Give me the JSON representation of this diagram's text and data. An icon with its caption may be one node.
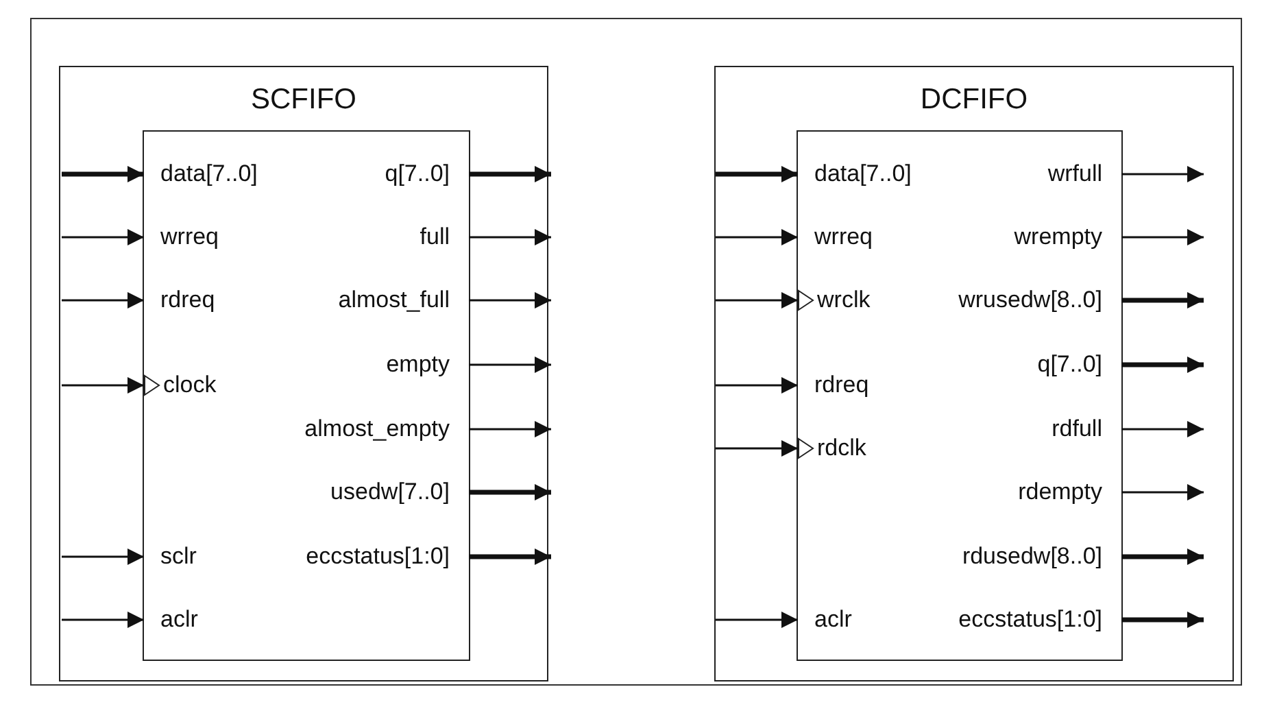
{
  "diagram": {
    "nodes": [
      {
        "text": [
          "SCFIFO"
        ]
      },
      {
        "text": [],
        "shape": "box",
        "in": 0
      },
      {
        "text": [
          "data[7..0]"
        ],
        "in": 1
      },
      {
        "text": [
          "wrreq"
        ],
        "in": 1
      },
      {
        "text": [
          "rdreq"
        ],
        "in": 1
      },
      {
        "text": [
          "clock"
        ],
        "in": 1
      },
      {
        "text": [
          "sclr"
        ],
        "in": 1
      },
      {
        "text": [
          "aclr"
        ],
        "in": 1
      },
      {
        "text": [
          "q[7..0]"
        ],
        "in": 1
      },
      {
        "text": [
          "full"
        ],
        "in": 1
      },
      {
        "text": [
          "almost_full"
        ],
        "in": 1
      },
      {
        "text": [
          "empty"
        ],
        "in": 1
      },
      {
        "text": [
          "almost_empty"
        ],
        "in": 1
      },
      {
        "text": [
          "usedw[7..0]"
        ],
        "in": 1
      },
      {
        "text": [
          "eccstatus[1:0]"
        ],
        "in": 1
      },
      {
        "text": [
          "DCFIFO"
        ]
      },
      {
        "text": [],
        "shape": "box",
        "in": 15
      },
      {
        "text": [
          "data[7..0]"
        ],
        "in": 16
      },
      {
        "text": [
          "wrreq"
        ],
        "in": 16
      },
      {
        "text": [
          "wrclk"
        ],
        "in": 16
      },
      {
        "text": [
          "rdreq"
        ],
        "in": 16
      },
      {
        "text": [
          "rdclk"
        ],
        "in": 16
      },
      {
        "text": [
          "aclr"
        ],
        "in": 16
      },
      {
        "text": [
          "wrfull"
        ],
        "in": 16
      },
      {
        "text": [
          "wrempty"
        ],
        "in": 16
      },
      {
        "text": [
          "wrusedw[8..0]"
        ],
        "in": 16
      },
      {
        "text": [
          "q[7..0]"
        ],
        "in": 16
      },
      {
        "text": [
          "rdfull"
        ],
        "in": 16
      },
      {
        "text": [
          "rdempty"
        ],
        "in": 16
      },
      {
        "text": [
          "rdusedw[8..0]"
        ],
        "in": 16
      },
      {
        "text": [
          "eccstatus[1:0]"
        ],
        "in": 16
      }
    ],
    "edges": [
      {
        "from": null,
        "to": 2,
        "arrow": "to",
        "style": "thick"
      },
      {
        "from": null,
        "to": 3,
        "arrow": "to"
      },
      {
        "from": null,
        "to": 4,
        "arrow": "to"
      },
      {
        "from": null,
        "to": 5,
        "arrow": "to"
      },
      {
        "from": null,
        "to": 6,
        "arrow": "to"
      },
      {
        "from": null,
        "to": 7,
        "arrow": "to"
      },
      {
        "from": 8,
        "to": null,
        "arrow": "to",
        "style": "thick"
      },
      {
        "from": 9,
        "to": null,
        "arrow": "to"
      },
      {
        "from": 10,
        "to": null,
        "arrow": "to"
      },
      {
        "from": 11,
        "to": null,
        "arrow": "to"
      },
      {
        "from": 12,
        "to": null,
        "arrow": "to"
      },
      {
        "from": 13,
        "to": null,
        "arrow": "to",
        "style": "thick"
      },
      {
        "from": 14,
        "to": null,
        "arrow": "to",
        "style": "thick"
      },
      {
        "from": null,
        "to": 17,
        "arrow": "to",
        "style": "thick"
      },
      {
        "from": null,
        "to": 18,
        "arrow": "to"
      },
      {
        "from": null,
        "to": 19,
        "arrow": "to"
      },
      {
        "from": null,
        "to": 20,
        "arrow": "to"
      },
      {
        "from": null,
        "to": 21,
        "arrow": "to"
      },
      {
        "from": null,
        "to": 22,
        "arrow": "to"
      },
      {
        "from": 23,
        "to": null,
        "arrow": "to"
      },
      {
        "from": 24,
        "to": null,
        "arrow": "to"
      },
      {
        "from": 25,
        "to": null,
        "arrow": "to",
        "style": "thick"
      },
      {
        "from": 26,
        "to": null,
        "arrow": "to",
        "style": "thick"
      },
      {
        "from": 27,
        "to": null,
        "arrow": "to"
      },
      {
        "from": 28,
        "to": null,
        "arrow": "to"
      },
      {
        "from": 29,
        "to": null,
        "arrow": "to",
        "style": "thick"
      },
      {
        "from": 30,
        "to": null,
        "arrow": "to",
        "style": "thick"
      }
    ]
  }
}
